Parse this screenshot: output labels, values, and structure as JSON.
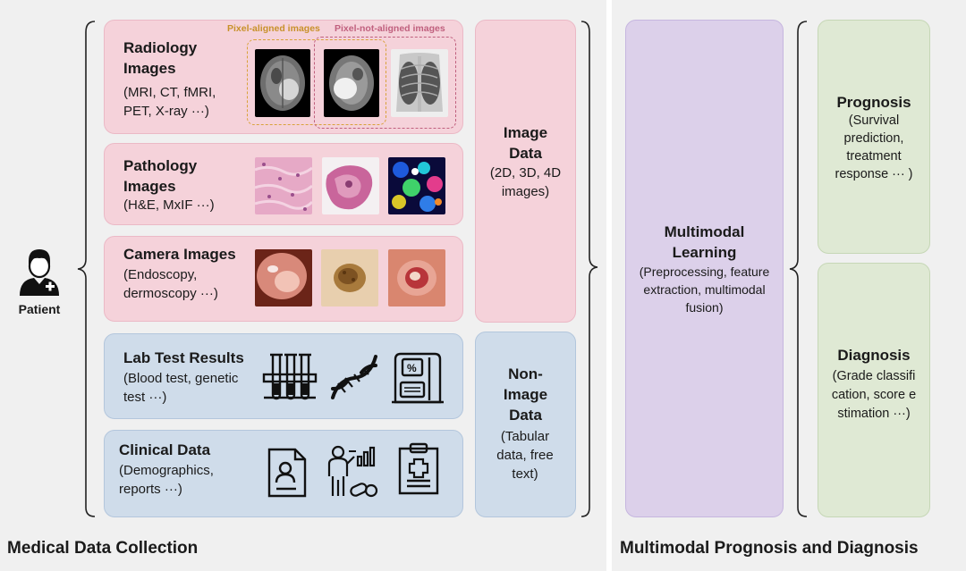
{
  "left_section": {
    "title": "Medical Data Collection",
    "patient_label": "Patient",
    "radiology": {
      "title": "Radiology Images",
      "subtitle": "(MRI, CT, fMRI, PET, X-ray ···)",
      "aligned_label": "Pixel-aligned images",
      "not_aligned_label": "Pixel-not-aligned images"
    },
    "pathology": {
      "title": "Pathology Images",
      "subtitle": "(H&E, MxIF ···)"
    },
    "camera": {
      "title": "Camera Images",
      "subtitle": "(Endoscopy, dermoscopy ···)"
    },
    "lab": {
      "title": "Lab Test Results",
      "subtitle": "(Blood test, genetic test ···)"
    },
    "clinical": {
      "title": "Clinical Data",
      "subtitle": "(Demographics, reports ···)"
    },
    "image_data": {
      "title": "Image Data",
      "subtitle": "(2D, 3D, 4D images)"
    },
    "non_image_data": {
      "title": "Non-Image Data",
      "subtitle": "(Tabular data, free text)"
    }
  },
  "right_section": {
    "title": "Multimodal Prognosis and Diagnosis",
    "multimodal": {
      "title": "Multimodal Learning",
      "subtitle": "(Preprocessing, feature extraction, multimodal fusion)"
    },
    "prognosis": {
      "title": "Prognosis",
      "subtitle": "(Survival prediction, treatment response ··· )"
    },
    "diagnosis": {
      "title": "Diagnosis",
      "subtitle": "(Grade classification, score estimation ···)"
    }
  },
  "colors": {
    "image_box": "#f5d2da",
    "non_image_box": "#cfdcea",
    "multimodal_box": "#dcd0ea",
    "outcome_box": "#dfe9d4",
    "aligned_dash": "#d9a23a",
    "not_aligned_dash": "#c0607e"
  },
  "icons": [
    "patient-avatar-icon",
    "test-tubes-icon",
    "dna-icon",
    "lab-analyzer-icon",
    "profile-document-icon",
    "patient-drugs-icon",
    "clipboard-report-icon"
  ]
}
